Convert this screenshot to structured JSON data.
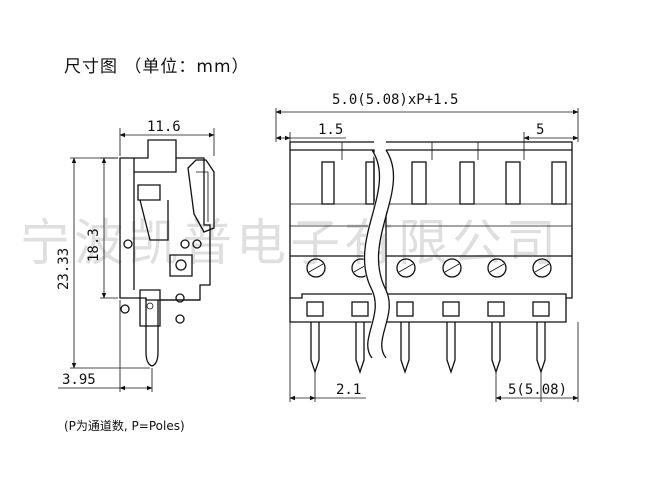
{
  "header": {
    "title": "尺寸图 （单位：mm）"
  },
  "dimensions": {
    "side_width": "11.6",
    "height_total": "23.33",
    "height_body": "18.3",
    "pin_offset": "3.95",
    "overall_length": "5.0(5.08)xP+1.5",
    "edge_margin": "1.5",
    "pitch_top": "5",
    "pin_width": "2.1",
    "pitch_bottom": "5(5.08)"
  },
  "footer": {
    "note": "(P为通道数, P=Poles)"
  },
  "watermark": {
    "text": "宁波凯普电子有限公司"
  }
}
